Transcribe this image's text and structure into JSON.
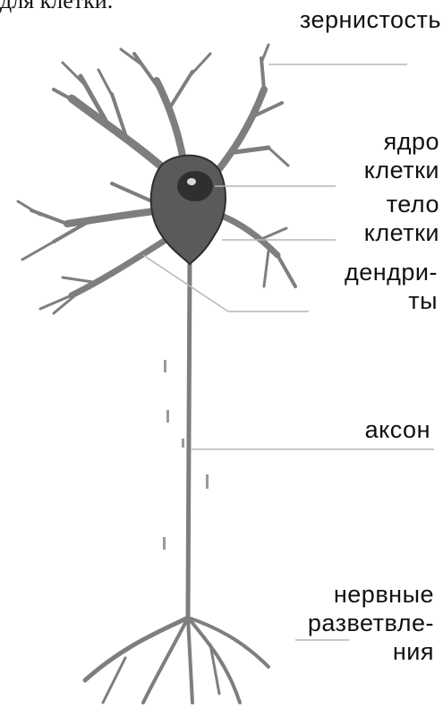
{
  "cut_text": "для клетки.",
  "labels": {
    "granularity": "зернистость",
    "nucleus": [
      "ядро",
      "клетки"
    ],
    "cell_body": [
      "тело",
      "клетки"
    ],
    "dendrites": [
      "дендри-",
      "ты"
    ],
    "axon": "аксон",
    "branches": [
      "нервные",
      "разветвле-",
      "ния"
    ]
  },
  "colors": {
    "neuron_fill": "#8a8a8a",
    "neuron_dark": "#3a3a3a",
    "leader_line": "#b5b5b5"
  }
}
